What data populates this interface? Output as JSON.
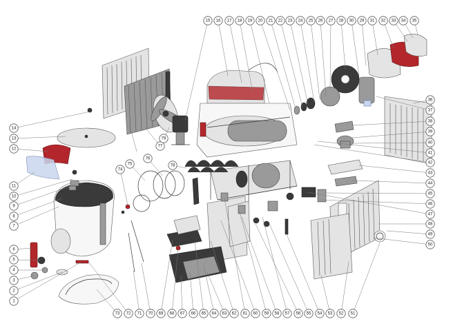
{
  "callouts": [
    "1",
    "2",
    "3",
    "4",
    "5",
    "6",
    "7",
    "8",
    "9",
    "10",
    "11",
    "12",
    "13",
    "14",
    "15",
    "16",
    "17",
    "18",
    "19",
    "20",
    "21",
    "22",
    "23",
    "24",
    "25",
    "26",
    "27",
    "28",
    "29",
    "30",
    "31",
    "32",
    "33",
    "34",
    "35",
    "36",
    "37",
    "38",
    "39",
    "40",
    "41",
    "42",
    "43",
    "44",
    "45",
    "46",
    "47",
    "48",
    "49",
    "50",
    "51",
    "52",
    "53",
    "54",
    "55",
    "56",
    "57",
    "58",
    "59",
    "60",
    "61",
    "62",
    "63",
    "64",
    "65",
    "66",
    "67",
    "68",
    "69",
    "70",
    "71",
    "72",
    "73",
    "74",
    "75",
    "76",
    "77",
    "78",
    "79"
  ],
  "colors": {
    "red_part": "#b3262b",
    "blue_part": "#c9d6ef",
    "line": "#555555"
  }
}
